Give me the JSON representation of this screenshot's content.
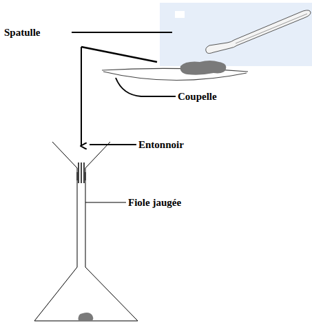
{
  "diagram": {
    "labels": [
      "Spatulle",
      "Coupelle",
      "Entonnoir",
      "Fiole jaugée"
    ]
  }
}
